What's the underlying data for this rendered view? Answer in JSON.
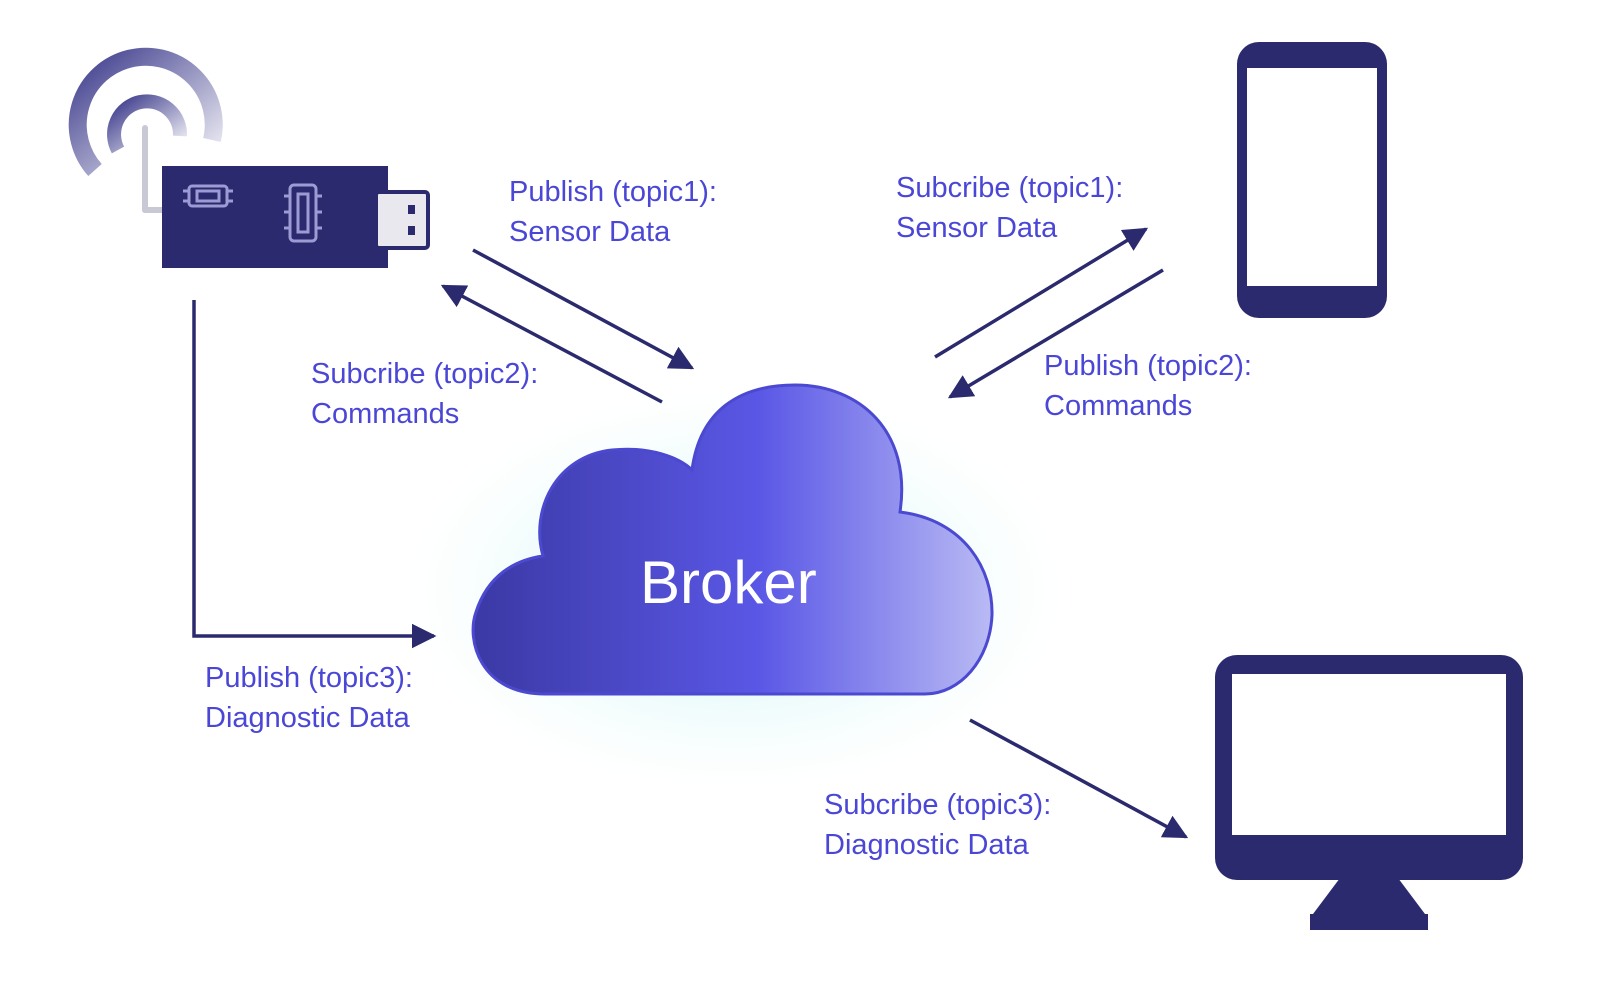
{
  "broker": {
    "label": "Broker"
  },
  "flows": {
    "device_publish_topic1": {
      "line1": "Publish (topic1):",
      "line2": "Sensor Data"
    },
    "device_subscribe_topic2": {
      "line1": "Subcribe (topic2):",
      "line2": "Commands"
    },
    "device_publish_topic3": {
      "line1": "Publish (topic3):",
      "line2": "Diagnostic Data"
    },
    "phone_subscribe_topic1": {
      "line1": "Subcribe (topic1):",
      "line2": "Sensor Data"
    },
    "phone_publish_topic2": {
      "line1": "Publish (topic2):",
      "line2": "Commands"
    },
    "monitor_subscribe_topic3": {
      "line1": "Subcribe (topic3):",
      "line2": "Diagnostic Data"
    }
  },
  "nodes": {
    "device_icon": "usb-iot-device-icon",
    "phone_icon": "smartphone-icon",
    "monitor_icon": "desktop-monitor-icon",
    "cloud_icon": "cloud-icon",
    "signal_icon": "wireless-signal-icon"
  },
  "colors": {
    "navy": "#2b2a6e",
    "label": "#4b47d6",
    "cloud_dark": "#3b39a4",
    "cloud_mid": "#5a57e6",
    "cloud_light": "#b9baf4",
    "signal_ring": "#3e3c8c"
  }
}
